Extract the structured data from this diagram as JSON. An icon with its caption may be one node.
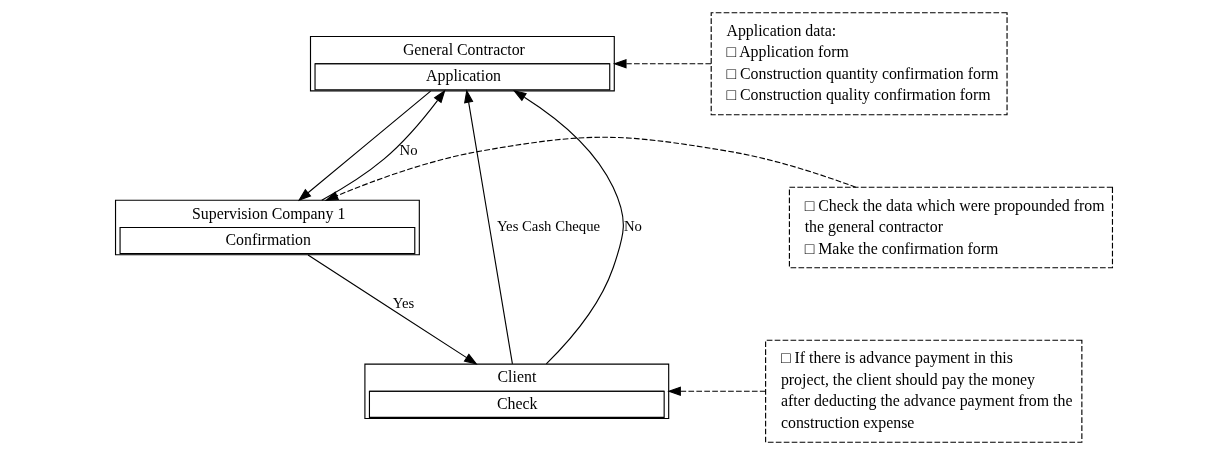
{
  "diagram": {
    "nodes": [
      {
        "text": [
          "General Contractor",
          "Application"
        ]
      },
      {
        "text": [
          "Supervision Company 1",
          "Confirmation"
        ]
      },
      {
        "text": [
          "Client",
          "Check"
        ]
      },
      {
        "text": [
          "Application data:",
          "□ Application form",
          "□ Construction quantity confirmation form",
          "□ Construction quality confirmation form"
        ]
      },
      {
        "text": [
          "□ Check the data which were propounded from the general contractor",
          "□ Make the confirmation form"
        ]
      },
      {
        "text": [
          "□ If there is advance payment in this project, the client should pay the money after deducting the advance payment from the construction expense"
        ]
      }
    ],
    "edges": [
      {
        "from": 0,
        "to": 1,
        "arrow": "to"
      },
      {
        "from": 1,
        "to": 2,
        "arrow": "to",
        "label": "Yes"
      },
      {
        "from": 2,
        "to": 0,
        "arrow": "to",
        "label": "Yes Cash Cheque"
      },
      {
        "from": 1,
        "to": 0,
        "arrow": "to",
        "label": "No"
      },
      {
        "from": 2,
        "to": 0,
        "arrow": "to",
        "label": "No"
      },
      {
        "from": 3,
        "to": 0,
        "arrow": "to",
        "style": "dashed"
      },
      {
        "from": 4,
        "to": 1,
        "arrow": "to",
        "style": "dashed"
      },
      {
        "from": 5,
        "to": 2,
        "arrow": "to",
        "style": "dashed"
      }
    ]
  }
}
